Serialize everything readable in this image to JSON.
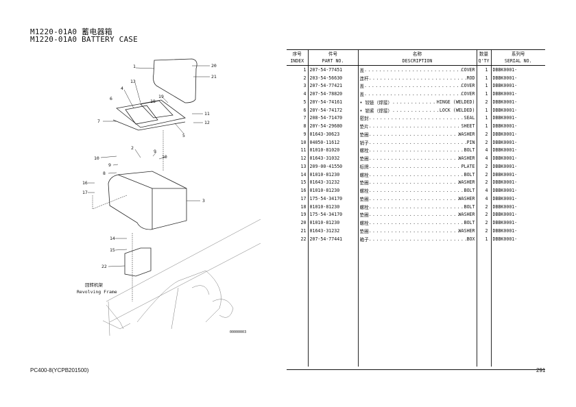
{
  "header": {
    "title_cn": "M1220-01A0 蓄电器箱",
    "title_en": "M1220-01A0 BATTERY CASE"
  },
  "diagram": {
    "callouts": [
      "1",
      "20",
      "21",
      "13",
      "4",
      "19",
      "18",
      "6",
      "11",
      "7",
      "12",
      "5",
      "10",
      "2",
      "9",
      "10",
      "9",
      "8",
      "16",
      "17",
      "3",
      "14",
      "15",
      "22"
    ],
    "frame_label_cn": "回转机架",
    "frame_label_en": "Revolving Frame",
    "drawing_id": "00000003"
  },
  "table": {
    "headers": [
      {
        "cn": "序号",
        "en": "INDEX"
      },
      {
        "cn": "件号",
        "en": "PART NO."
      },
      {
        "cn": "名称",
        "en": "DESCRIPTION"
      },
      {
        "cn": "数量",
        "en": "Q'TY"
      },
      {
        "cn": "系列号",
        "en": "SERIAL NO."
      }
    ],
    "rows": [
      {
        "index": "1",
        "part": "207-54-77451",
        "cn": "盖",
        "en": "COVER",
        "qty": "1",
        "serial": "DBBK0001-"
      },
      {
        "index": "2",
        "part": "203-54-56630",
        "cn": "连杆",
        "en": "ROD",
        "qty": "1",
        "serial": "DBBK0001-"
      },
      {
        "index": "3",
        "part": "207-54-77421",
        "cn": "盖",
        "en": "COVER",
        "qty": "1",
        "serial": "DBBK0001-"
      },
      {
        "index": "4",
        "part": "207-54-78820",
        "cn": "盖",
        "en": "COVER",
        "qty": "1",
        "serial": "DBBK0001-"
      },
      {
        "index": "5",
        "part": "20Y-54-74161",
        "cn": "• 铰链（焊接）",
        "en": "HINGE (WELDED)",
        "qty": "2",
        "serial": "DBBK0001-"
      },
      {
        "index": "6",
        "part": "20Y-54-74172",
        "cn": "• 锁紧（焊接）",
        "en": "LOCK (WELDED)",
        "qty": "1",
        "serial": "DBBK0001-"
      },
      {
        "index": "7",
        "part": "208-54-71470",
        "cn": "密封",
        "en": "SEAL",
        "qty": "1",
        "serial": "DBBK0001-"
      },
      {
        "index": "8",
        "part": "20Y-54-29680",
        "cn": "垫片",
        "en": "SHEET",
        "qty": "1",
        "serial": "DBBK0001-"
      },
      {
        "index": "9",
        "part": "01643-30623",
        "cn": "垫圈",
        "en": "WASHER",
        "qty": "2",
        "serial": "DBBK0001-"
      },
      {
        "index": "10",
        "part": "04050-11612",
        "cn": "销子",
        "en": "PIN",
        "qty": "2",
        "serial": "DBBK0001-"
      },
      {
        "index": "11",
        "part": "01010-81020",
        "cn": "螺栓",
        "en": "BOLT",
        "qty": "4",
        "serial": "DBBK0001-"
      },
      {
        "index": "12",
        "part": "01643-31032",
        "cn": "垫圈",
        "en": "WASHER",
        "qty": "4",
        "serial": "DBBK0001-"
      },
      {
        "index": "13",
        "part": "209-00-41550",
        "cn": "标牌",
        "en": "PLATE",
        "qty": "2",
        "serial": "DBBK0001-"
      },
      {
        "index": "14",
        "part": "01010-81230",
        "cn": "螺栓",
        "en": "BOLT",
        "qty": "2",
        "serial": "DBBK0001-"
      },
      {
        "index": "15",
        "part": "01643-31232",
        "cn": "垫圈",
        "en": "WASHER",
        "qty": "2",
        "serial": "DBBK0001-"
      },
      {
        "index": "16",
        "part": "01010-81230",
        "cn": "螺栓",
        "en": "BOLT",
        "qty": "4",
        "serial": "DBBK0001-"
      },
      {
        "index": "17",
        "part": "175-54-34170",
        "cn": "垫圈",
        "en": "WASHER",
        "qty": "4",
        "serial": "DBBK0001-"
      },
      {
        "index": "18",
        "part": "01010-81230",
        "cn": "螺栓",
        "en": "BOLT",
        "qty": "2",
        "serial": "DBBK0001-"
      },
      {
        "index": "19",
        "part": "175-54-34170",
        "cn": "垫圈",
        "en": "WASHER",
        "qty": "2",
        "serial": "DBBK0001-"
      },
      {
        "index": "20",
        "part": "01010-81230",
        "cn": "螺栓",
        "en": "BOLT",
        "qty": "2",
        "serial": "DBBK0001-"
      },
      {
        "index": "21",
        "part": "01643-31232",
        "cn": "垫圈",
        "en": "WASHER",
        "qty": "2",
        "serial": "DBBK0001-"
      },
      {
        "index": "22",
        "part": "207-54-77441",
        "cn": "箱子",
        "en": "BOX",
        "qty": "1",
        "serial": "DBBK0001-"
      }
    ]
  },
  "footer": {
    "model": "PC400-8(YCPB201500)",
    "page": "291"
  }
}
